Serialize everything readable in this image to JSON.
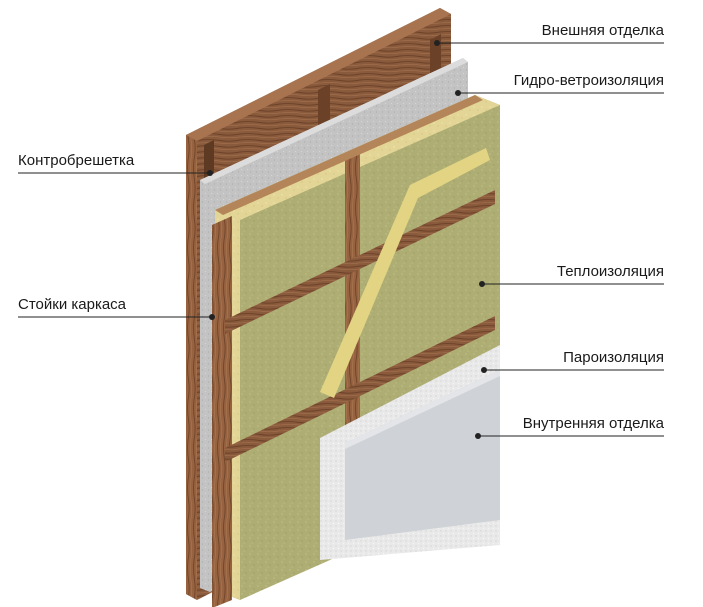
{
  "diagram": {
    "layers": {
      "exterior_finish": "Внешняя отделка",
      "wind_water_barrier": "Гидро-ветроизоляция",
      "counter_battens": "Контробрешетка",
      "frame_studs": "Стойки каркаса",
      "thermal_insulation": "Теплоизоляция",
      "vapor_barrier": "Пароизоляция",
      "interior_finish": "Внутренняя отделка"
    },
    "colors": {
      "wood": "#8a5a3c",
      "wood_dark": "#6b4128",
      "membrane": "#c9c9c9",
      "insulation": "#b5b37a",
      "insulation_light": "#e6d89a",
      "vapor_barrier": "#e4e4e4",
      "drywall": "#cfd2d6"
    }
  }
}
